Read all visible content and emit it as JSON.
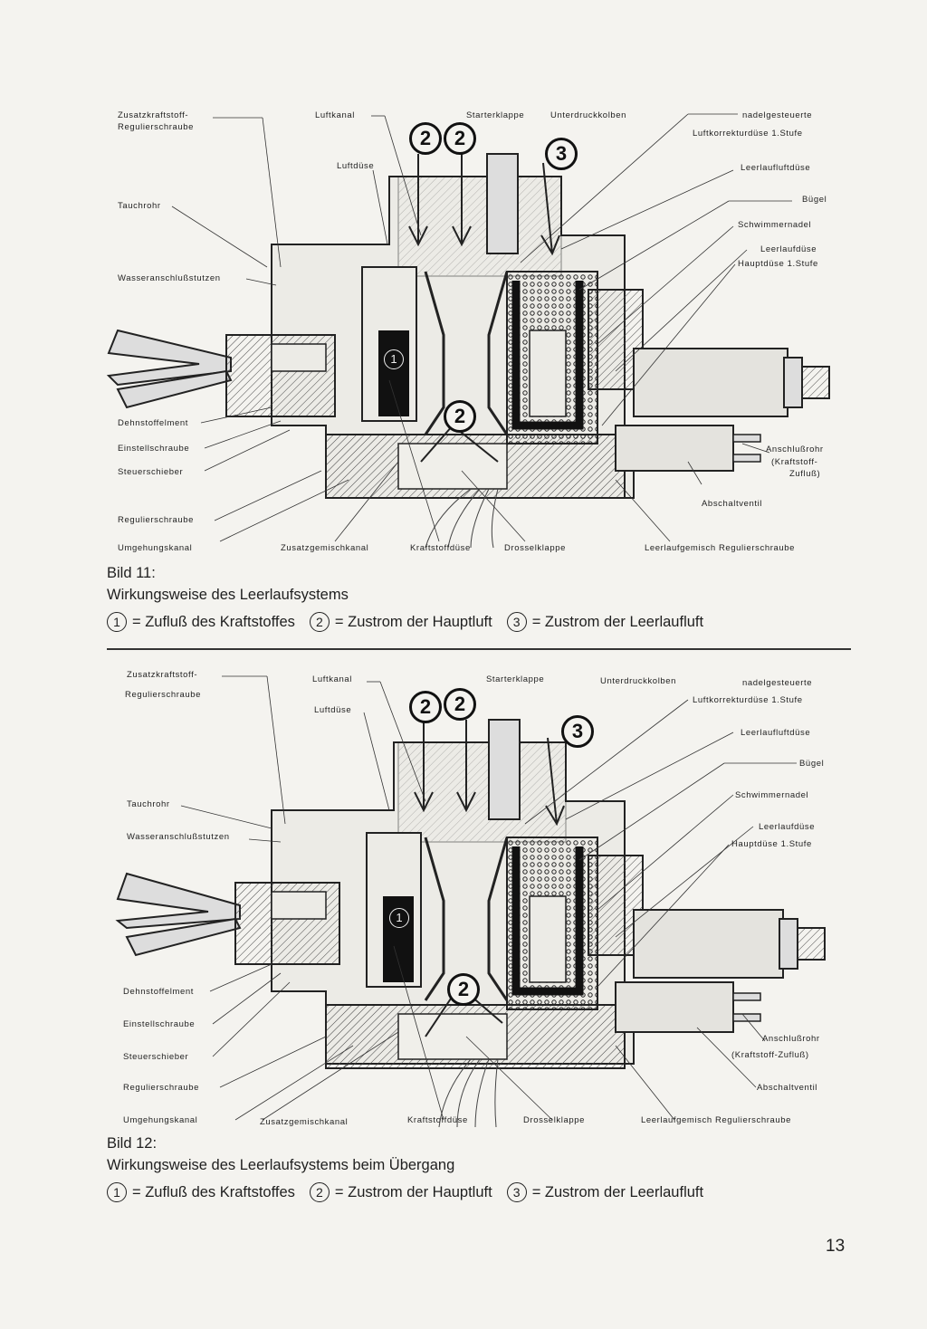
{
  "figure1": {
    "labels": {
      "zusatzkraftstoff": "Zusatzkraftstoff-",
      "regulierschraube_top": "Regulierschraube",
      "luftkanal": "Luftkanal",
      "starterklappe": "Starterklappe",
      "unterdruckkolben": "Unterdruckkolben",
      "nadelgesteuerte": "nadelgesteuerte",
      "luftkorrekturduese": "Luftkorrekturdüse 1.Stufe",
      "luftduese": "Luftdüse",
      "leerlaufluftduese": "Leerlaufluftdüse",
      "tauchrohr": "Tauchrohr",
      "buegel": "Bügel",
      "schwimmernadel": "Schwimmernadel",
      "leerlaufduese": "Leerlaufdüse",
      "hauptduese": "Hauptdüse 1.Stufe",
      "wasseranschluss": "Wasseranschlußstutzen",
      "dehnstoffelement": "Dehnstoffelment",
      "einstellschraube": "Einstellschraube",
      "steuerschieber": "Steuerschieber",
      "regulierschraube": "Regulierschraube",
      "umgehungskanal": "Umgehungskanal",
      "zusatzgemischkanal": "Zusatzgemischkanal",
      "kraftstoffduese": "Kraftstoffdüse",
      "drosselklappe": "Drosselklappe",
      "leerlaufgemisch": "Leerlaufgemisch Regulierschraube",
      "anschlussrohr_1": "Anschlußrohr",
      "anschlussrohr_2": "(Kraftstoff-",
      "anschlussrohr_3": "Zufluß)",
      "abschaltventil": "Abschaltventil"
    },
    "caption_title": "Bild 11:",
    "caption_sub": "Wirkungsweise des Leerlaufsystems",
    "legend": {
      "n1": "1",
      "t1": "= Zufluß des Kraftstoffes",
      "n2": "2",
      "t2": "= Zustrom der Hauptluft",
      "n3": "3",
      "t3": "= Zustrom der Leerlaufluft"
    },
    "markers": {
      "two": "2",
      "three": "3",
      "one": "1"
    }
  },
  "figure2": {
    "labels": {
      "zusatzkraftstoff": "Zusatzkraftstoff-",
      "regulierschraube_top": "Regulierschraube",
      "luftkanal": "Luftkanal",
      "starterklappe": "Starterklappe",
      "unterdruckkolben": "Unterdruckkolben",
      "nadelgesteuerte": "nadelgesteuerte",
      "luftkorrekturduese": "Luftkorrekturdüse 1.Stufe",
      "luftduese": "Luftdüse",
      "leerlaufluftduese": "Leerlaufluftdüse",
      "tauchrohr": "Tauchrohr",
      "buegel": "Bügel",
      "schwimmernadel": "Schwimmernadel",
      "leerlaufduese": "Leerlaufdüse",
      "hauptduese": "Hauptdüse 1.Stufe",
      "wasseranschluss": "Wasseranschlußstutzen",
      "dehnstoffelement": "Dehnstoffelment",
      "einstellschraube": "Einstellschraube",
      "steuerschieber": "Steuerschieber",
      "regulierschraube": "Regulierschraube",
      "umgehungskanal": "Umgehungskanal",
      "zusatzgemischkanal": "Zusatzgemischkanal",
      "kraftstoffduese": "Kraftstoffdüse",
      "drosselklappe": "Drosselklappe",
      "leerlaufgemisch": "Leerlaufgemisch Regulierschraube",
      "anschlussrohr_1": "Anschlußrohr",
      "anschlussrohr_2": "(Kraftstoff-Zufluß)",
      "abschaltventil": "Abschaltventil"
    },
    "caption_title": "Bild 12:",
    "caption_sub": "Wirkungsweise des Leerlaufsystems beim Übergang",
    "legend": {
      "n1": "1",
      "t1": "= Zufluß des Kraftstoffes",
      "n2": "2",
      "t2": "= Zustrom der Hauptluft",
      "n3": "3",
      "t3": "= Zustrom der Leerlaufluft"
    },
    "markers": {
      "two": "2",
      "three": "3",
      "one": "1"
    }
  },
  "page_number": "13"
}
